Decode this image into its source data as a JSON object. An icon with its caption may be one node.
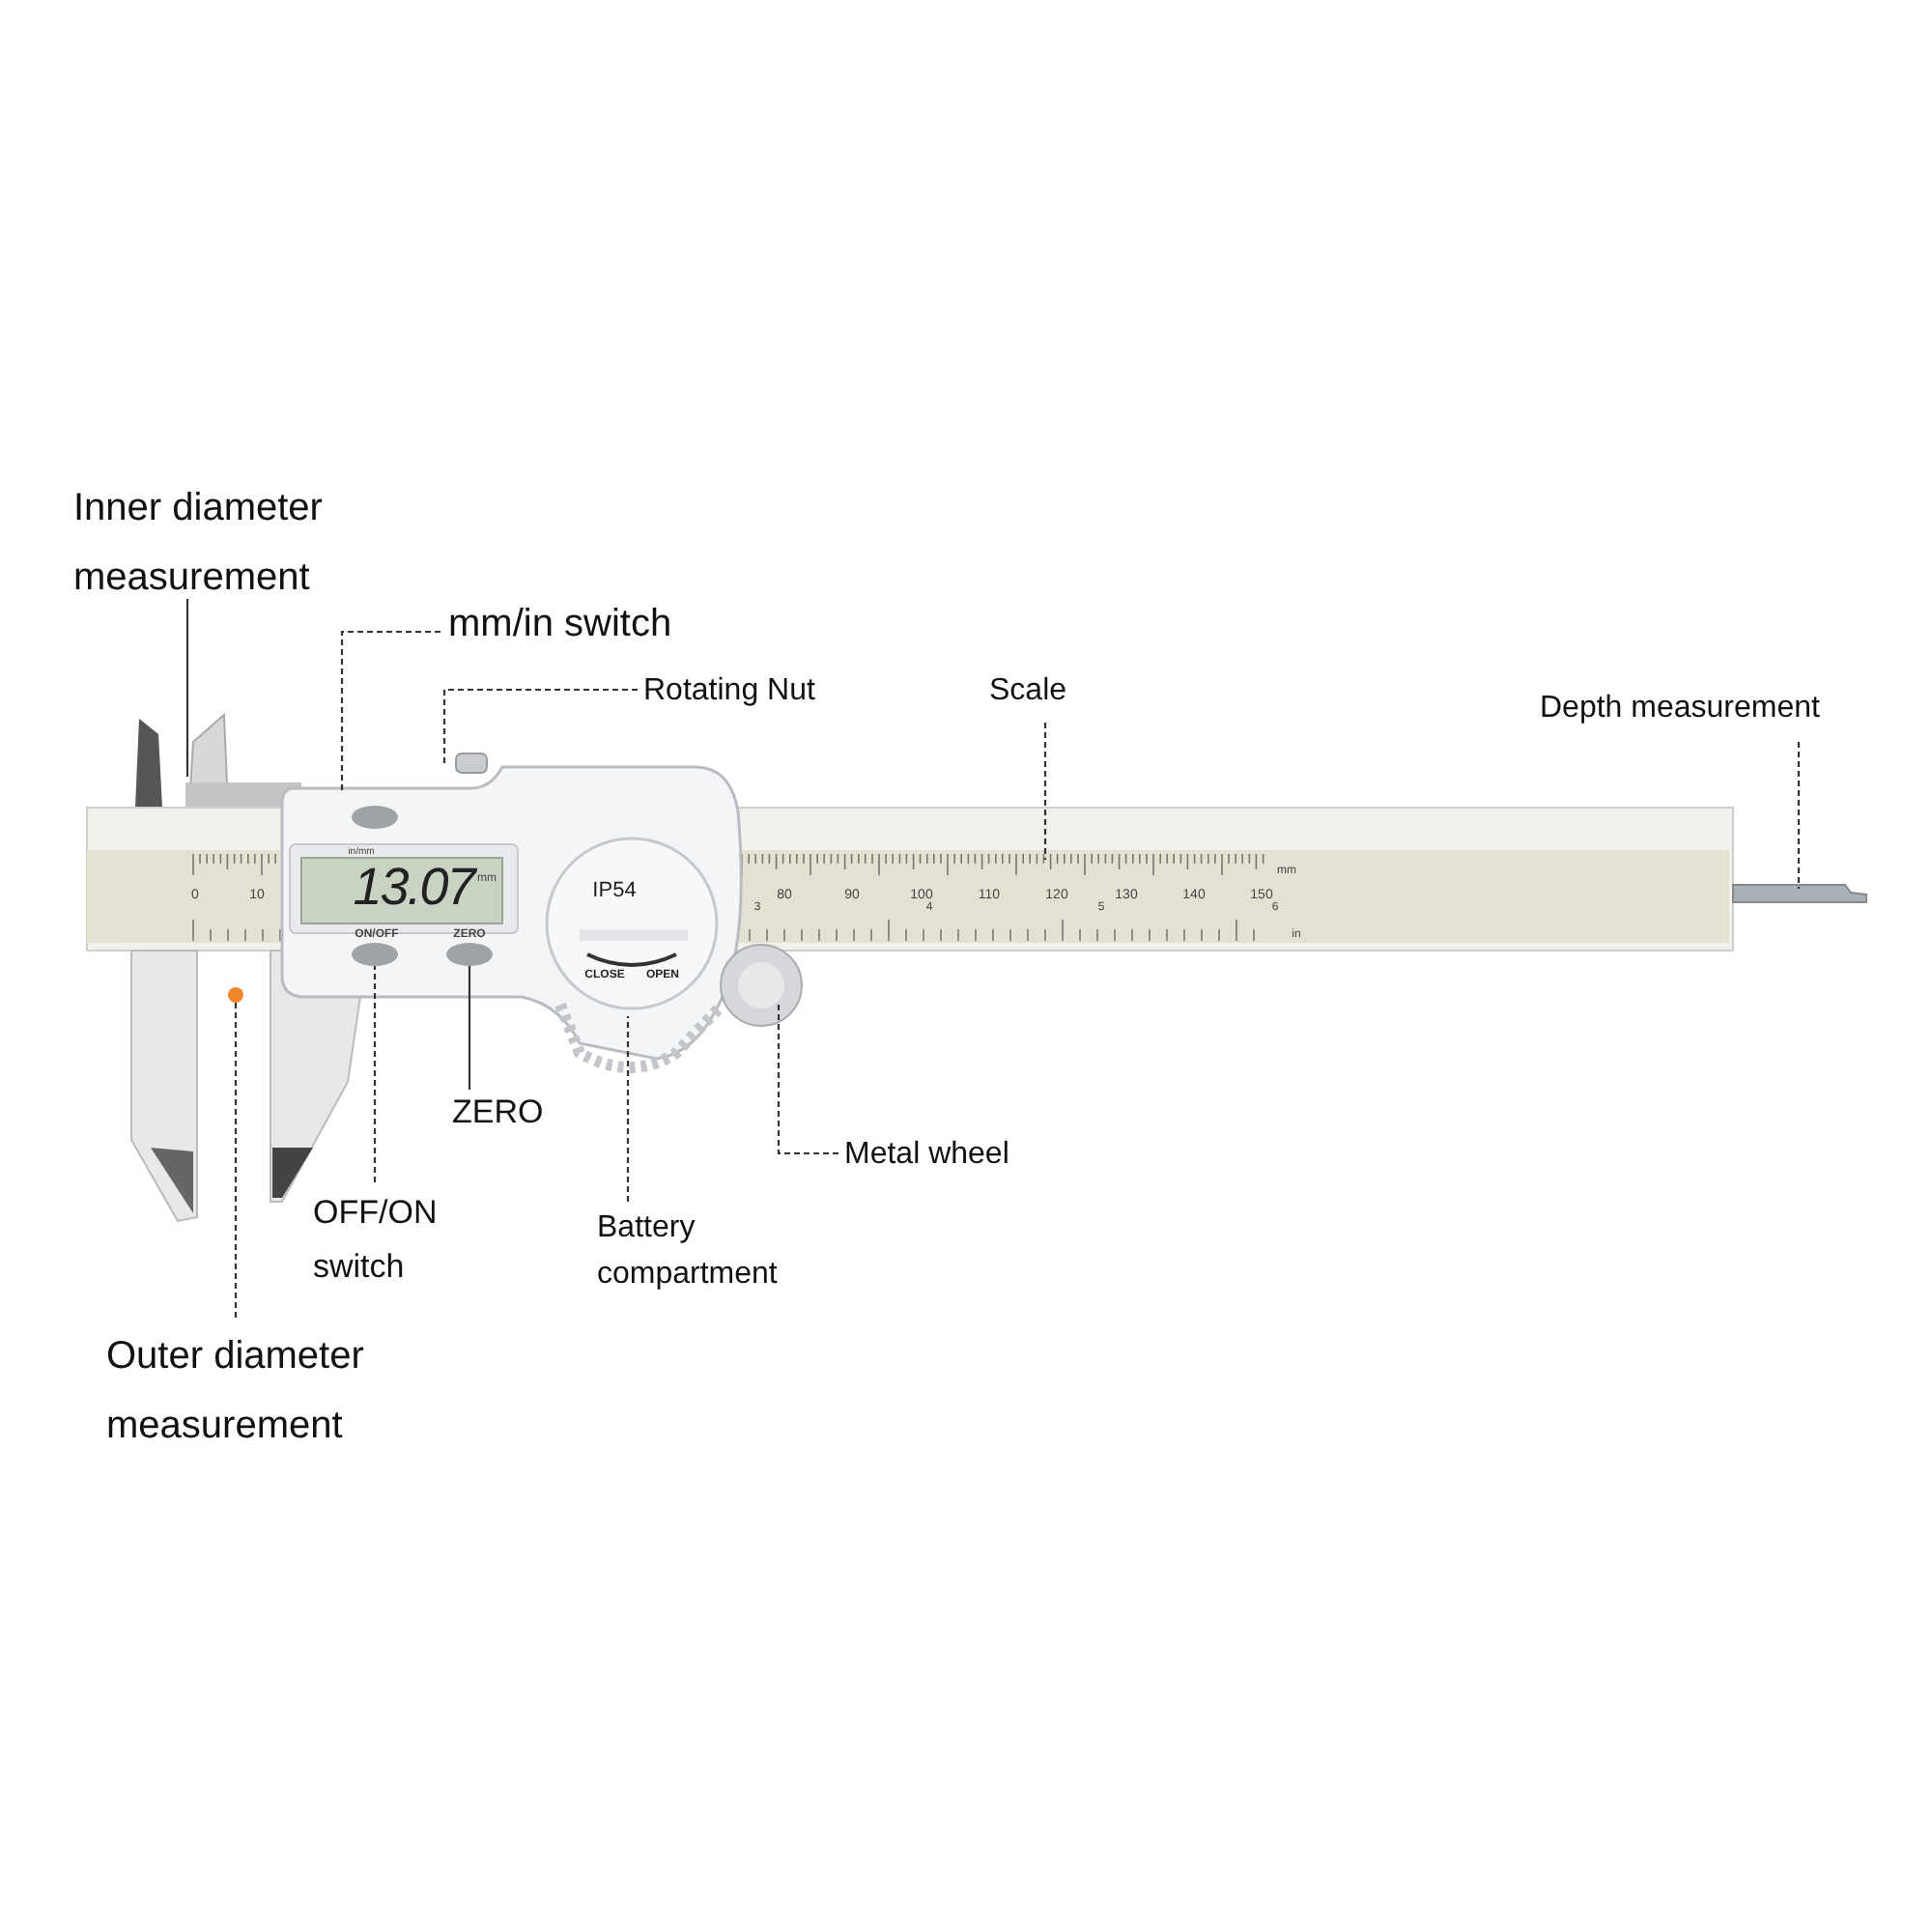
{
  "diagram": {
    "nodes": [
      {
        "text": [
          "Inner diameter measurement"
        ]
      },
      {
        "text": [
          "mm/in switch"
        ]
      },
      {
        "text": [
          "Rotating Nut"
        ]
      },
      {
        "text": [
          "Scale"
        ]
      },
      {
        "text": [
          "Depth measurement"
        ]
      },
      {
        "text": [
          "ZERO"
        ]
      },
      {
        "text": [
          "OFF/ON switch"
        ]
      },
      {
        "text": [
          "Battery compartment"
        ]
      },
      {
        "text": [
          "Metal wheel"
        ]
      },
      {
        "text": [
          "Outer diameter measurement"
        ]
      }
    ],
    "edges": [
      {
        "from": 0,
        "to": null,
        "arrow": "none"
      },
      {
        "from": 1,
        "to": null,
        "arrow": "none",
        "style": "dashed"
      },
      {
        "from": 2,
        "to": null,
        "arrow": "none",
        "style": "dashed"
      },
      {
        "from": 3,
        "to": null,
        "arrow": "none",
        "style": "dashed"
      },
      {
        "from": 4,
        "to": null,
        "arrow": "none",
        "style": "dashed"
      },
      {
        "from": 5,
        "to": null,
        "arrow": "none"
      },
      {
        "from": 6,
        "to": null,
        "arrow": "none",
        "style": "dashed"
      },
      {
        "from": 7,
        "to": null,
        "arrow": "none",
        "style": "dashed"
      },
      {
        "from": 8,
        "to": null,
        "arrow": "none",
        "style": "dashed"
      },
      {
        "from": 9,
        "to": null,
        "arrow": "other",
        "style": "dashed"
      }
    ],
    "labels": [
      "in/mm",
      "0",
      "10",
      "13.07",
      "mm",
      "IP54",
      "80",
      "90",
      "100",
      "110",
      "120",
      "130",
      "140",
      "150",
      "mm",
      "3",
      "4",
      "5",
      "6",
      "ON/OFF",
      "ZERO",
      "in",
      "CLOSE",
      "OPEN"
    ]
  }
}
